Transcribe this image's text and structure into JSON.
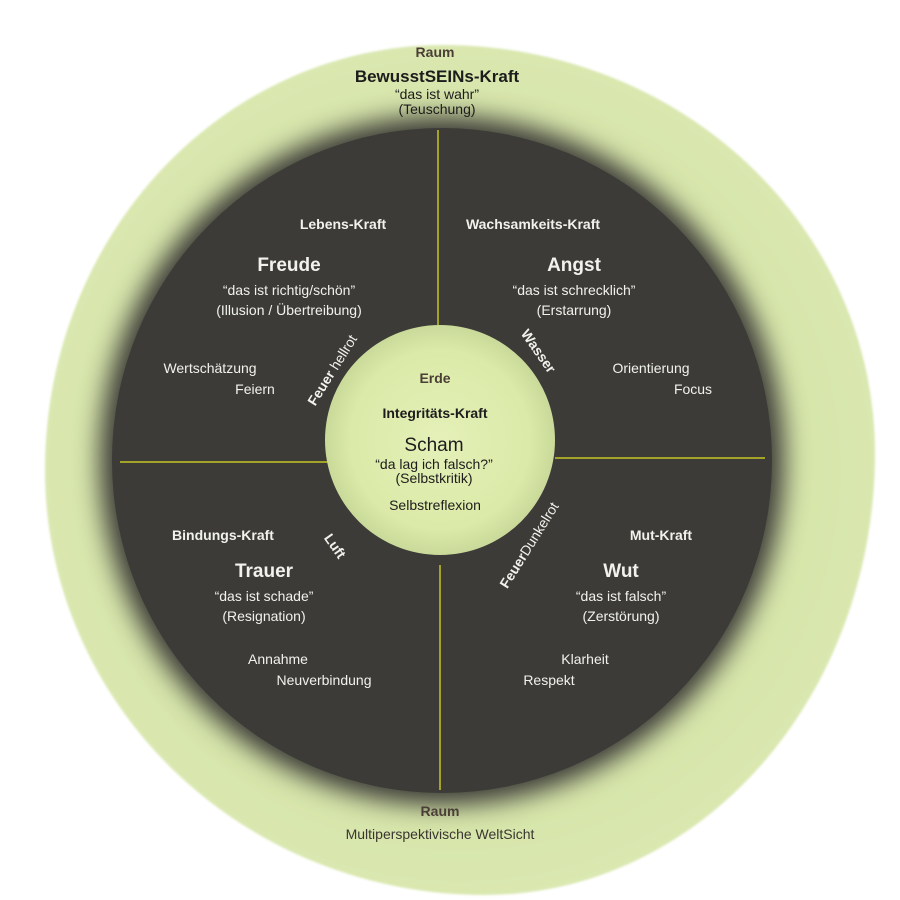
{
  "top": {
    "element": "Raum",
    "force": "BewusstSEINs-Kraft",
    "quote": "“das ist wahr”",
    "shadow": "(Teuschung)"
  },
  "top_left": {
    "force": "Lebens-Kraft",
    "emotion": "Freude",
    "quote": "“das ist richtig/schön”",
    "shadow": "(Illusion / Übertreibung)",
    "qualities": [
      "Wertschätzung",
      "Feiern"
    ],
    "element_bold": "Feuer",
    "element_rest": " hellrot"
  },
  "top_right": {
    "force": "Wachsamkeits-Kraft",
    "emotion": "Angst",
    "quote": "“das ist schrecklich”",
    "shadow": "(Erstarrung)",
    "qualities": [
      "Orientierung",
      "Focus"
    ],
    "element_bold": "Wasser"
  },
  "bottom_left": {
    "force": "Bindungs-Kraft",
    "emotion": "Trauer",
    "quote": "“das ist schade”",
    "shadow": "(Resignation)",
    "qualities": [
      "Annahme",
      "Neuverbindung"
    ],
    "element_bold": "Luft"
  },
  "bottom_right": {
    "force": "Mut-Kraft",
    "emotion": "Wut",
    "quote": "“das ist falsch”",
    "shadow": "(Zerstörung)",
    "qualities": [
      "Klarheit",
      "Respekt"
    ],
    "element_bold": "Feuer",
    "element_rest": "Dunkelrot"
  },
  "center": {
    "element": "Erde",
    "force": "Integritäts-Kraft",
    "emotion": "Scham",
    "quote": "“da lag ich falsch?”",
    "shadow": "(Selbstkritik)",
    "quality": "Selbstreflexion"
  },
  "bottom": {
    "element": "Raum",
    "caption": "Multiperspektivische WeltSicht"
  },
  "colors": {
    "outer": "#d4e3a8",
    "dark": "#3c3b37",
    "center": "#e0eeb0",
    "line": "#a3a328"
  }
}
